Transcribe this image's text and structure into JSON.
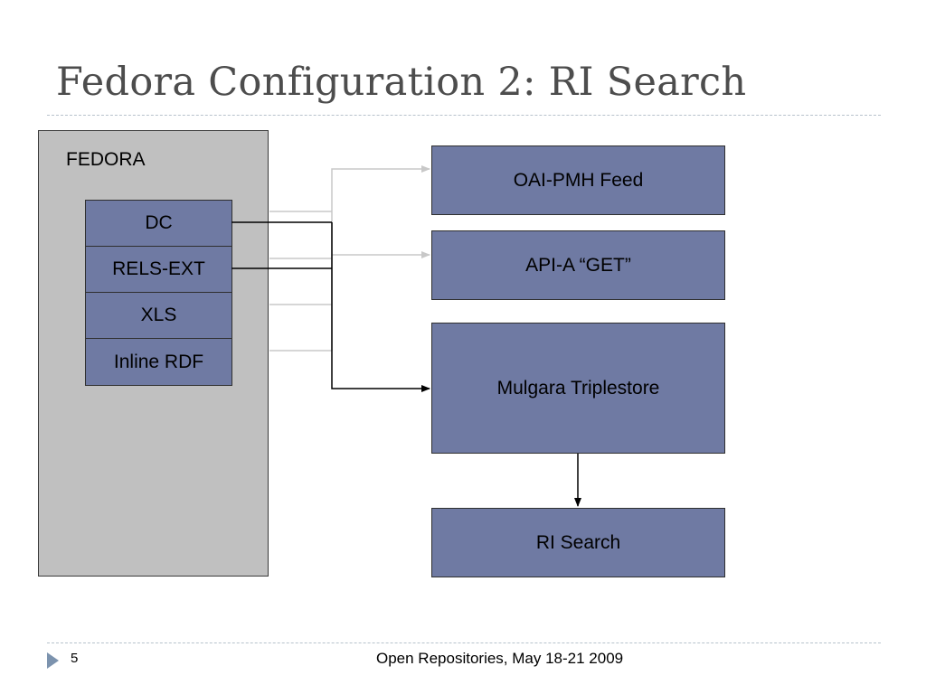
{
  "slide": {
    "title": "Fedora Configuration 2: RI Search",
    "number": "5",
    "footer": "Open Repositories, May 18-21 2009"
  },
  "fedora": {
    "label": "FEDORA",
    "datastreams": [
      "DC",
      "RELS-EXT",
      "XLS",
      "Inline RDF"
    ]
  },
  "services": {
    "oai": "OAI-PMH Feed",
    "api": "API-A “GET”",
    "mulgara": "Mulgara Triplestore",
    "ri_search": "RI Search"
  },
  "colors": {
    "panel": "#c0c0c0",
    "box": "#6f7aa3",
    "title": "#4d4d4d",
    "connector_active": "#000000",
    "connector_faded": "#c8c8c8"
  },
  "icons": {
    "footer_bullet": "triangle-right-icon"
  }
}
